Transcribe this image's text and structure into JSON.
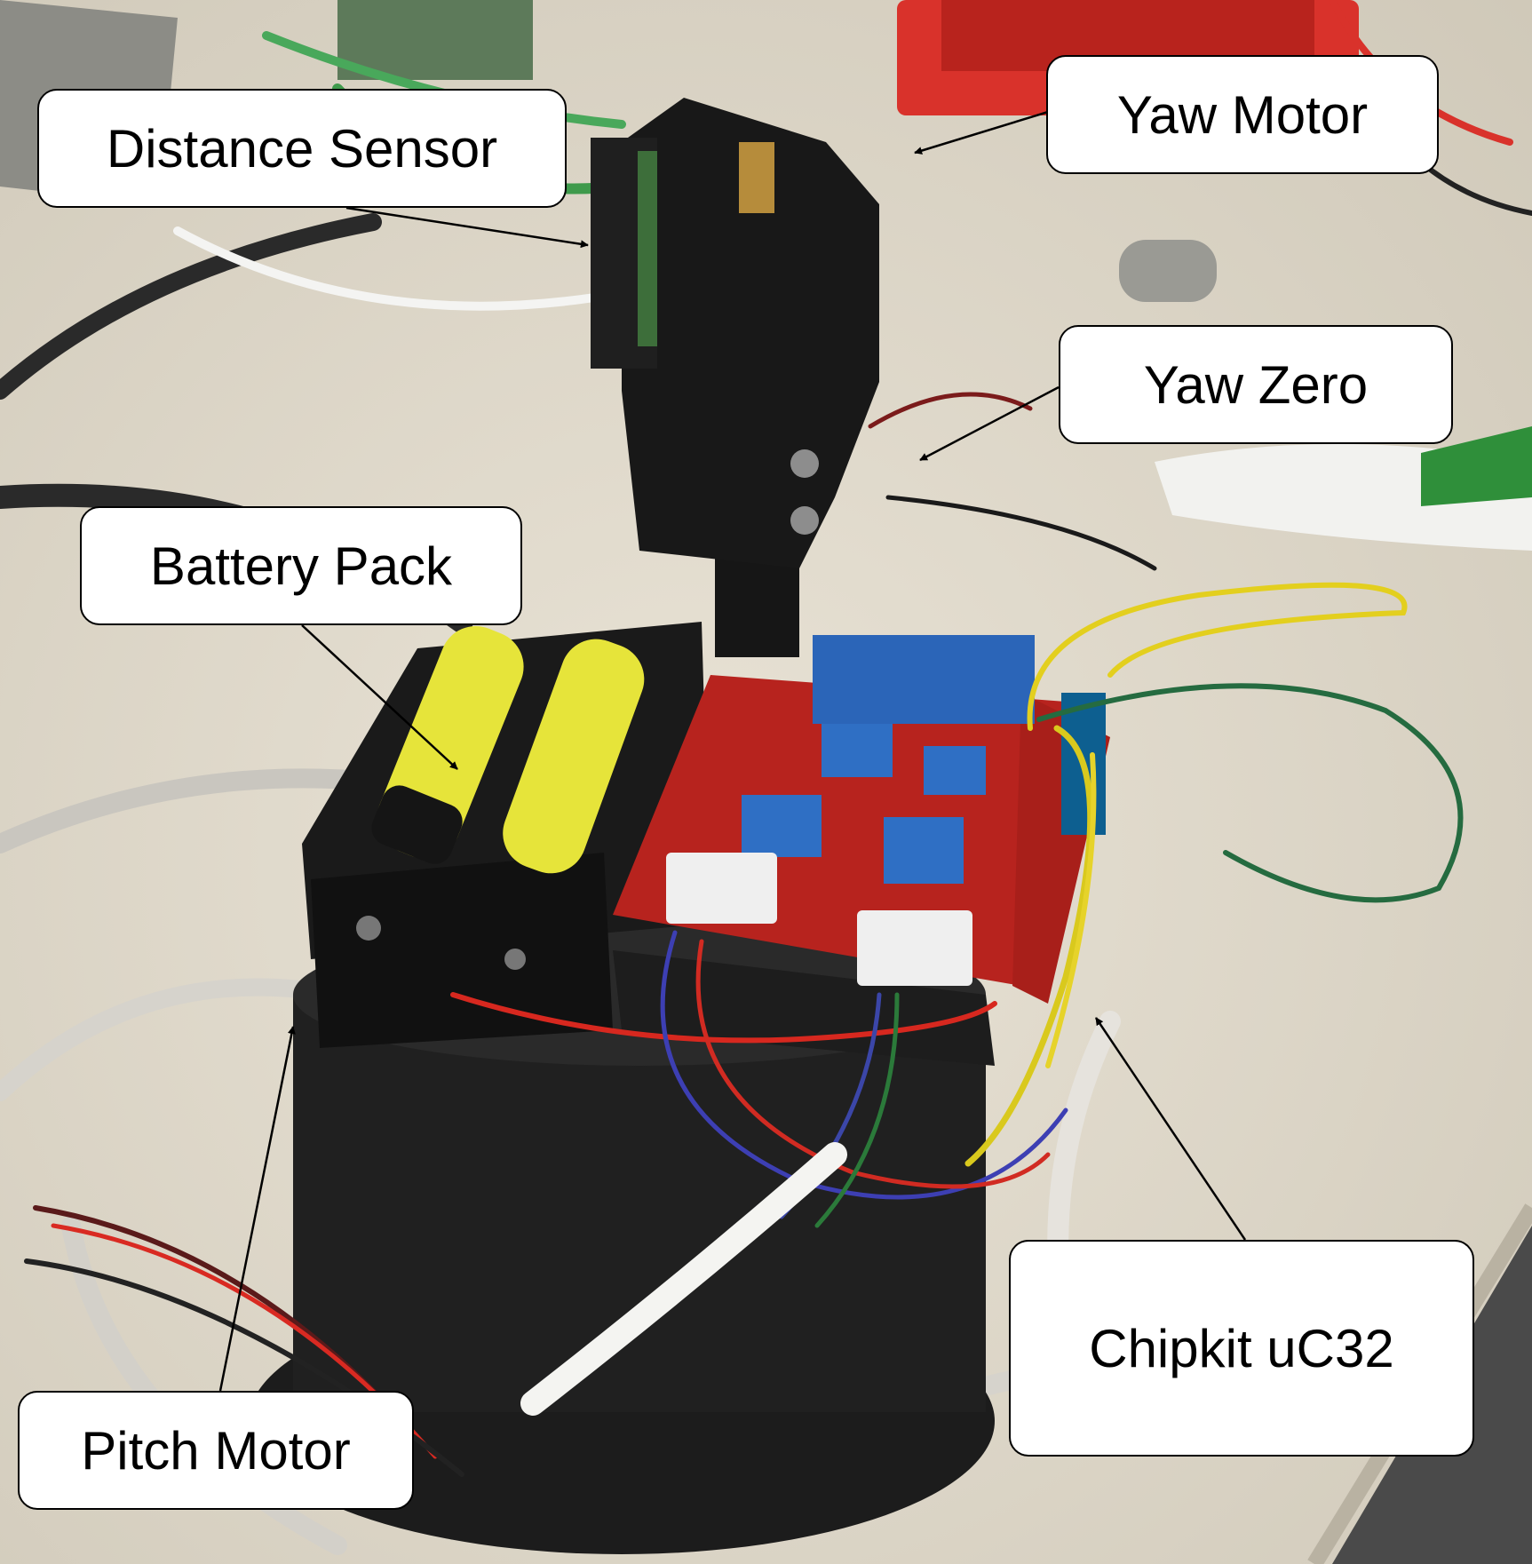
{
  "labels": {
    "distance_sensor": "Distance Sensor",
    "yaw_motor": "Yaw Motor",
    "yaw_zero": "Yaw Zero",
    "battery_pack": "Battery Pack",
    "chipkit": "Chipkit uC32",
    "pitch_motor": "Pitch Motor"
  }
}
